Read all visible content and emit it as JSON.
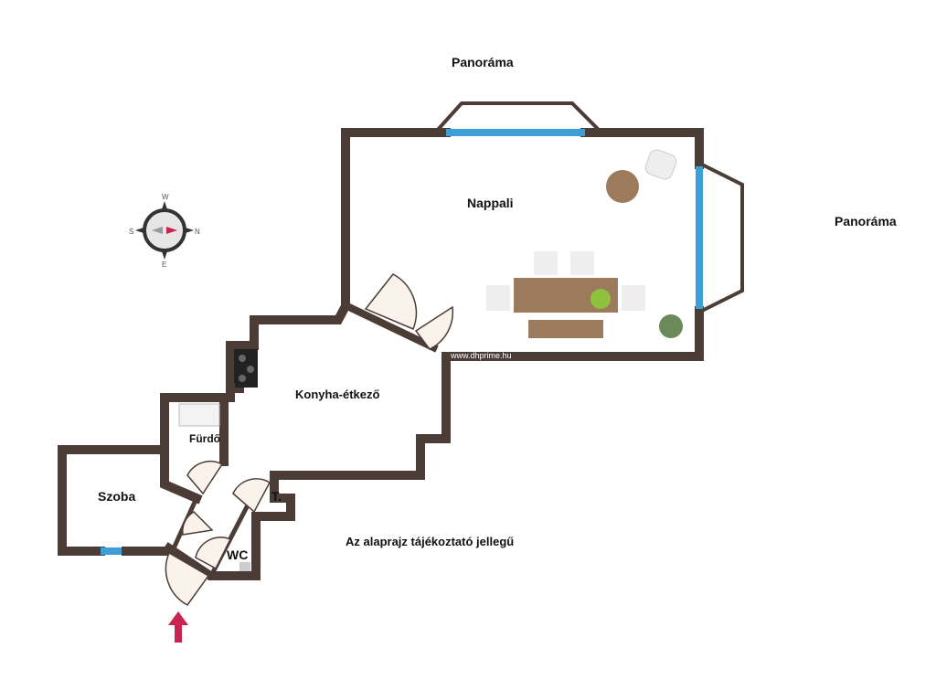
{
  "labels": {
    "panorama_top": "Panoráma",
    "panorama_right": "Panoráma",
    "living_room": "Nappali",
    "kitchen_dining": "Konyha-étkező",
    "bathroom": "Fürdő",
    "room": "Szoba",
    "storage": "T.",
    "wc": "WC",
    "disclaimer": "Az alaprajz tájékoztató jellegű",
    "watermark": "www.dhprime.hu"
  },
  "compass": {
    "n": "N",
    "s": "S",
    "e": "E",
    "w": "W"
  },
  "colors": {
    "wall": "#4b3c36",
    "window": "#3d9fd6",
    "entrance_arrow": "#c8244f"
  }
}
